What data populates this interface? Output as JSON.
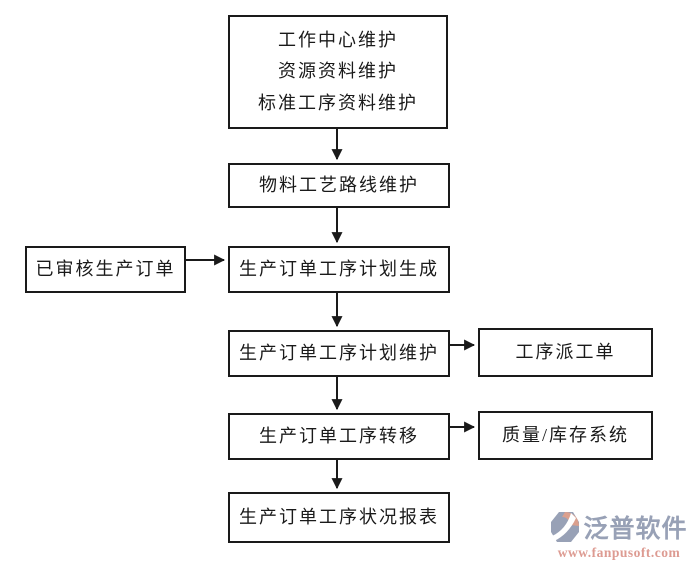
{
  "diagram": {
    "line_color": "#1a1a1a",
    "nodes": {
      "setup": {
        "lines": [
          "工作中心维护",
          "资源资料维护",
          "标准工序资料维护"
        ]
      },
      "routing": {
        "label": "物料工艺路线维护"
      },
      "approved_order": {
        "label": "已审核生产订单"
      },
      "plan_generate": {
        "label": "生产订单工序计划生成"
      },
      "plan_maintain": {
        "label": "生产订单工序计划维护"
      },
      "dispatch_order": {
        "label": "工序派工单"
      },
      "transfer": {
        "label": "生产订单工序转移"
      },
      "quality_inventory": {
        "label": "质量/库存系统"
      },
      "status_report": {
        "label": "生产订单工序状况报表"
      }
    }
  },
  "watermark": {
    "brand": "泛普软件",
    "url": "www.fanpusoft.com",
    "brand_color": "#98a1b6",
    "url_color": "#dd9b92",
    "icon_gray": "#98a1b6",
    "icon_salmon": "#dba08e"
  }
}
